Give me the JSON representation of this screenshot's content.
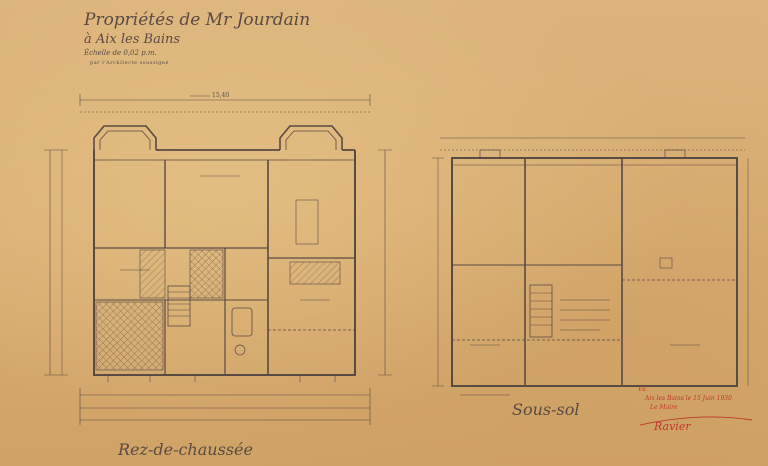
{
  "sheet": {
    "title_line1": "Propriétés de Mr Jourdain",
    "title_line2": "à Aix les Bains",
    "scale_note": "Échelle de 0,02 p.m.",
    "architect_note": "par l'Architecte soussigné",
    "plan_left_label": "Rez-de-chaussée",
    "plan_right_label": "Sous-sol",
    "overall_width_dim": "15,40",
    "approval_line1": "Vu",
    "approval_line2": "Aix les Bains le 15 Juin 1930",
    "approval_line3": "Le Maire",
    "signature": "Ravier"
  },
  "colors": {
    "paper": "#d9b27a",
    "ink": "#5a4a45",
    "stamp_red": "#c0392b"
  }
}
